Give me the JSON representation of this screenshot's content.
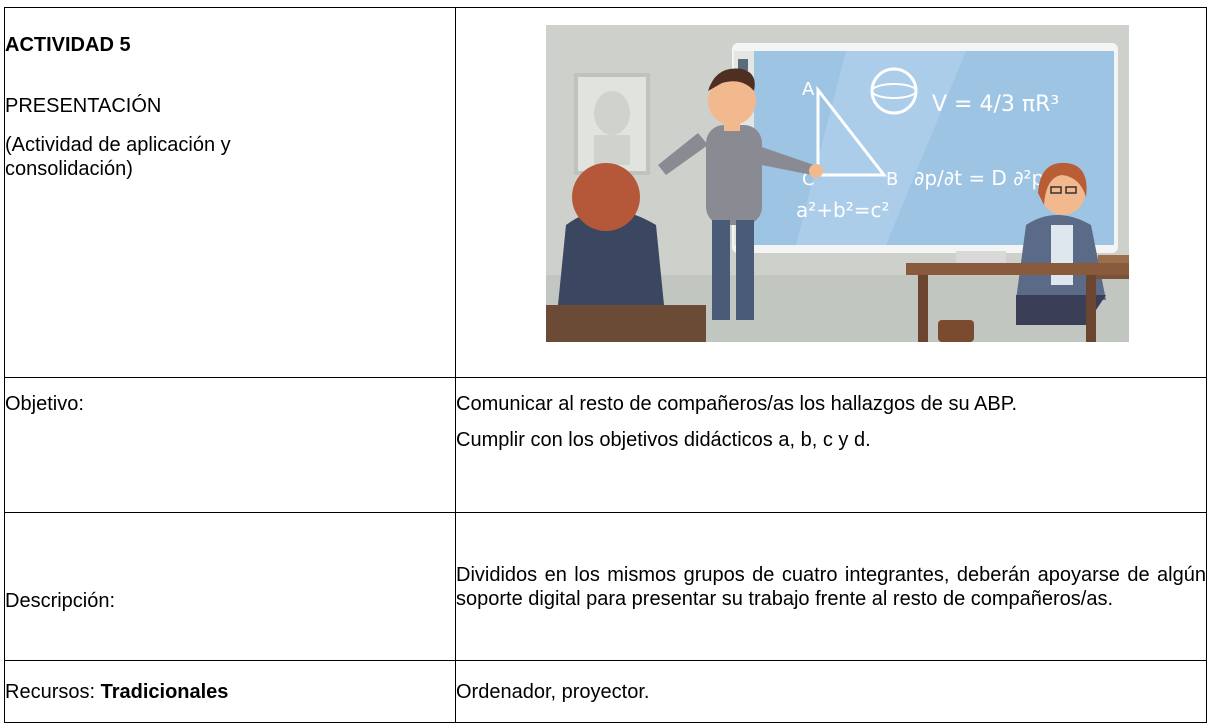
{
  "activity": {
    "title": "ACTIVIDAD 5",
    "subtitle": "PRESENTACIÓN",
    "type": "(Actividad de aplicación y consolidación)"
  },
  "illustration": {
    "formulas": {
      "vertex_a": "A",
      "vertex_b": "B",
      "vertex_c": "C",
      "volume": "V = 4/3 πR³",
      "pythagoras": "a²+b²=c²",
      "diffusion": "∂p/∂t = D ∂²p/∂x²"
    },
    "colors": {
      "background": "#cdd0cb",
      "board": "#9ec4e4",
      "board_frame": "#f4f4f4"
    }
  },
  "rows": [
    {
      "label": "Objetivo:",
      "lines": [
        "Comunicar al resto de compañeros/as los hallazgos de su ABP.",
        "Cumplir con los objetivos didácticos a, b, c y d."
      ]
    },
    {
      "label": "Descripción:",
      "text": "Divididos en los mismos grupos de cuatro integrantes, deberán apoyarse de algún soporte digital para presentar su trabajo frente al resto de compañeros/as."
    },
    {
      "label": "Recursos: ",
      "label_bold": "Tradicionales",
      "text": "Ordenador, proyector."
    }
  ]
}
